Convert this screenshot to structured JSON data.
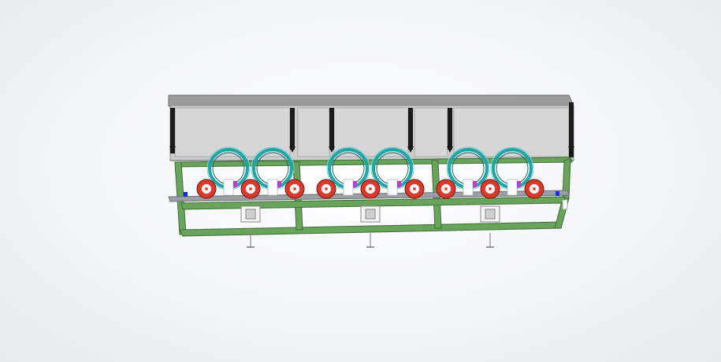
{
  "scene": {
    "modules": 3,
    "coils_per_module": 2,
    "rollers_per_module": 3
  },
  "colors": {
    "background": "#f2f3f6",
    "cover_fill": "#cdcdcd",
    "cover_top": "#9c9c9c",
    "cover_edge": "#1a1a1a",
    "frame_green": "#6aa35c",
    "frame_green_dark": "#3e6e35",
    "coil_ring": "#1fa5a5",
    "roller_red": "#d63a2a",
    "roller_core": "#ffffff",
    "accent_magenta": "#c03ad0",
    "accent_blue": "#1b2fd6",
    "rail_gray": "#9aa0a6"
  },
  "icons": {
    "coil": "coil-ring-icon",
    "roller": "roller-wheel-icon",
    "bracket": "bracket-icon",
    "foot": "foot-icon"
  }
}
